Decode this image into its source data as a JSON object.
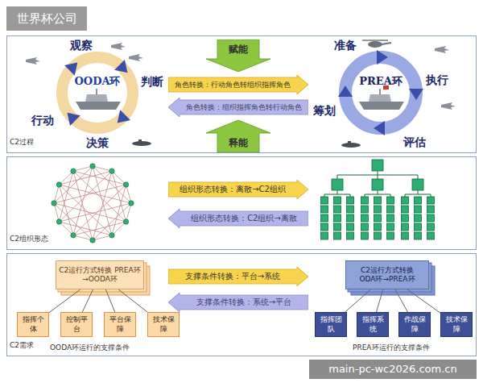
{
  "diagram": {
    "nodes": [
      {
        "text": [
          "C2过程"
        ]
      },
      {
        "text": [
          "OODA环",
          "观察",
          "判断",
          "决策",
          "行动"
        ],
        "in": 0
      },
      {
        "text": [
          "赋能"
        ],
        "in": 0
      },
      {
        "text": [
          "角色转换：行动角色转组织指挥角色"
        ],
        "in": 0
      },
      {
        "text": [
          "角色转换：组织指挥角色转行动角色"
        ],
        "in": 0
      },
      {
        "text": [
          "释能"
        ],
        "in": 0
      },
      {
        "text": [
          "PREA环",
          "准备",
          "执行",
          "评估",
          "筹划"
        ],
        "in": 0
      },
      {
        "text": [
          "C2组织形态"
        ]
      },
      {
        "text": [
          "组织形态转换：离散→C2组织"
        ],
        "in": 7
      },
      {
        "text": [
          "组织形态转换：C2组织→离散"
        ],
        "in": 7
      },
      {
        "text": [
          "C2需求"
        ]
      },
      {
        "text": [
          "C2运行方式转换 PREA环→OODA环"
        ],
        "in": 10
      },
      {
        "text": [
          "指挥个体"
        ],
        "in": 10
      },
      {
        "text": [
          "控制平台"
        ],
        "in": 10
      },
      {
        "text": [
          "平台保障"
        ],
        "in": 10
      },
      {
        "text": [
          "技术保障"
        ],
        "in": 10
      },
      {
        "text": [
          "支撑条件转换：平台→系统"
        ],
        "in": 10
      },
      {
        "text": [
          "支撑条件转换：系统→平台"
        ],
        "in": 10
      },
      {
        "text": [
          "C2运行方式转换 ODA环→PREA环"
        ],
        "in": 10
      },
      {
        "text": [
          "指挥团队"
        ],
        "in": 10
      },
      {
        "text": [
          "指挥系统"
        ],
        "in": 10
      },
      {
        "text": [
          "作战保障"
        ],
        "in": 10
      },
      {
        "text": [
          "技术保障"
        ],
        "in": 10
      }
    ],
    "edges": [
      {
        "from": 11,
        "to": 12,
        "arrow": "none"
      },
      {
        "from": 11,
        "to": 13,
        "arrow": "none"
      },
      {
        "from": 11,
        "to": 14,
        "arrow": "none"
      },
      {
        "from": 11,
        "to": 15,
        "arrow": "none"
      },
      {
        "from": 18,
        "to": 19,
        "arrow": "none"
      },
      {
        "from": 18,
        "to": 20,
        "arrow": "none"
      },
      {
        "from": 18,
        "to": 21,
        "arrow": "none"
      },
      {
        "from": 18,
        "to": 22,
        "arrow": "none"
      }
    ],
    "labels": [
      "世界杯公司",
      "OODA环运行的支撑条件",
      "PREA环运行的支撑条件",
      "main-pc-wc2026.com.cn"
    ]
  }
}
